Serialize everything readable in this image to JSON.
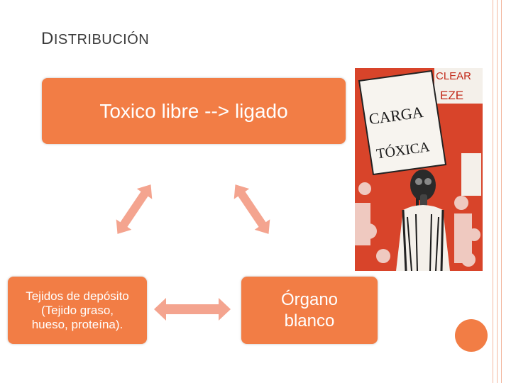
{
  "slide": {
    "title_first": "D",
    "title_rest": "ISTRIBUCIÓN"
  },
  "diagram": {
    "top_box": "Toxico libre --> ligado",
    "left_box": "Tejidos de depósito\n(Tejido graso,\nhueso, proteína).",
    "right_box": "Órgano\nblanco"
  },
  "image": {
    "sign_line1": "CARGA",
    "sign_line2": "TÓXICA",
    "bg_text1": "CLEAR",
    "bg_text2": "EZE"
  },
  "colors": {
    "accent": "#f27d45",
    "arrow": "#f4a48f",
    "frame": "#f3b8a0"
  }
}
